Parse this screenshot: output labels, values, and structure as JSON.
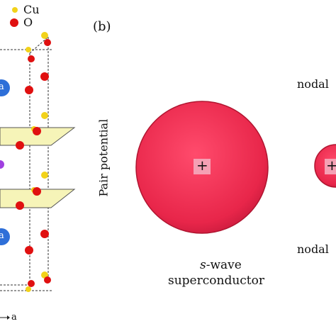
{
  "legend": {
    "items": [
      {
        "symbol": "Cu",
        "color": "#f2d21a"
      },
      {
        "symbol": "O",
        "color": "#e01010"
      }
    ]
  },
  "panel_b": {
    "label": "(b)",
    "y_axis_label": "Pair potential",
    "center_sign": "+",
    "right_center_sign": "+",
    "swave_prefix": "s",
    "swave_suffix": "-wave",
    "superconductor": "superconductor",
    "nodal_top": "nodal",
    "nodal_bottom": "nodal"
  },
  "panel_a": {
    "axis_label": "a",
    "atom_left_label": "a"
  },
  "colors": {
    "disk": "#e8264a",
    "disk_edge": "#b01530",
    "plane_fill": "#f6f4b8",
    "blue_atom": "#2e6fd8",
    "purple_atom": "#a040e0"
  }
}
